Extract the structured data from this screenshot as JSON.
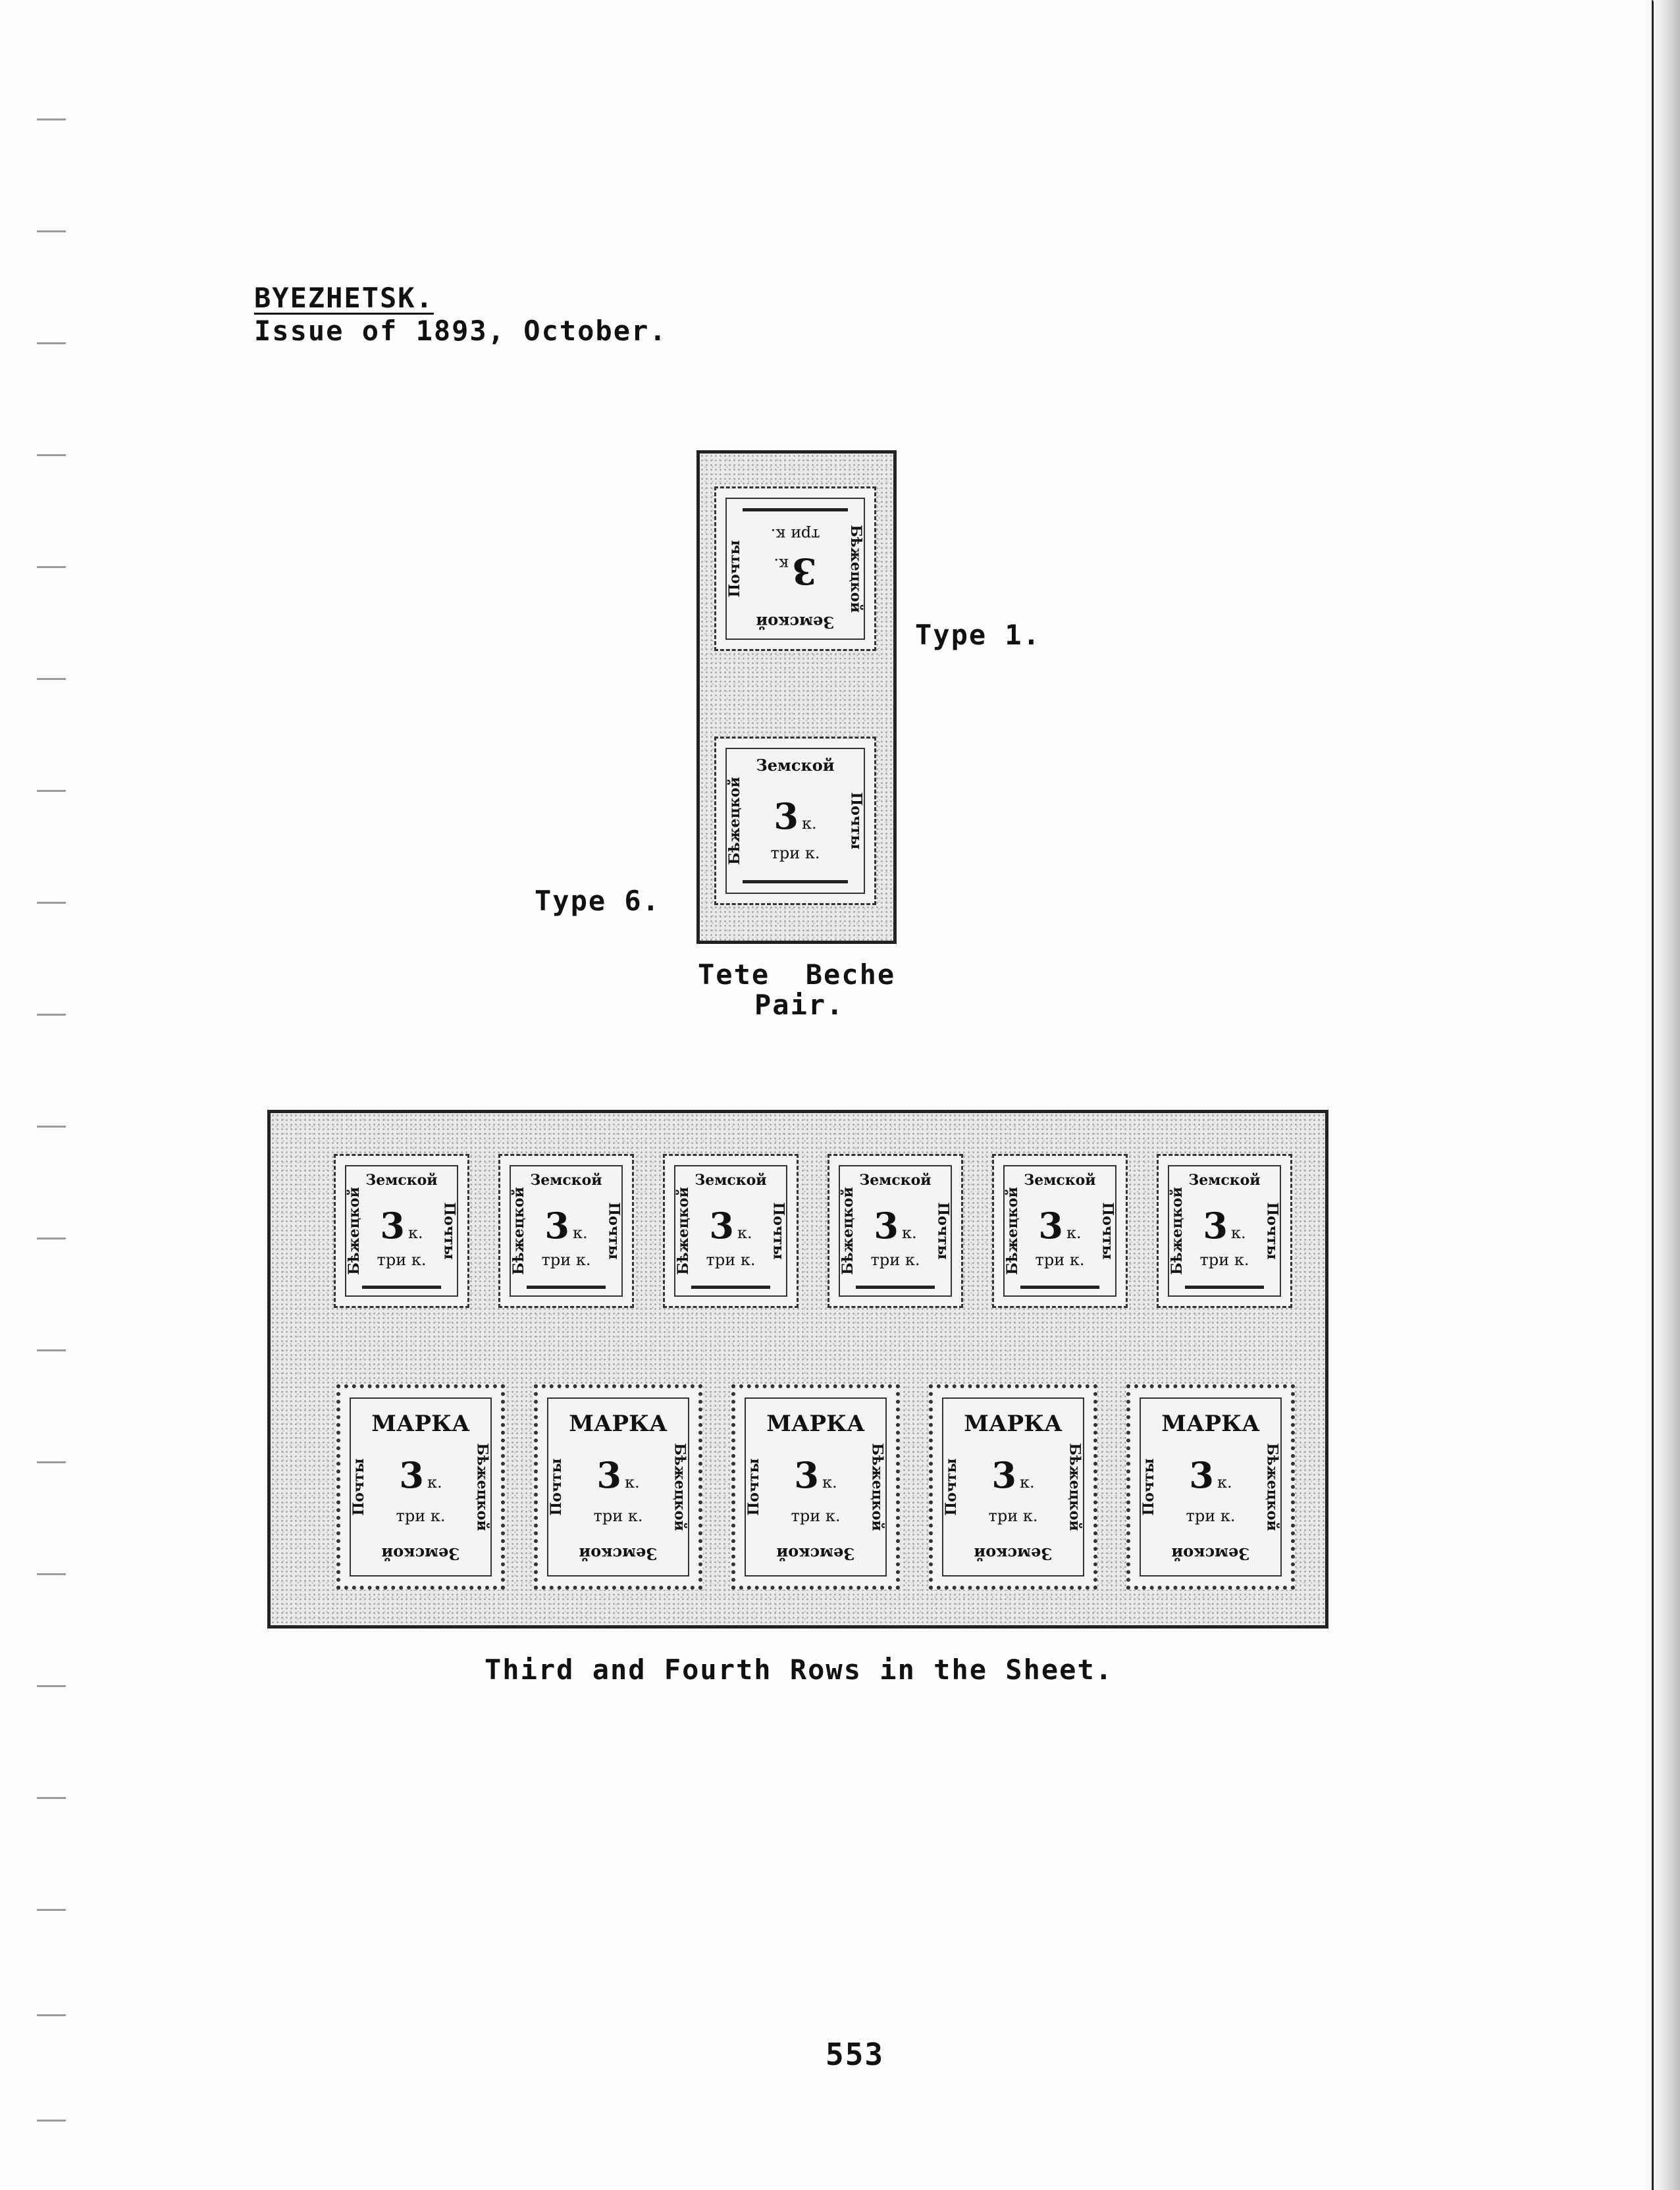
{
  "header": {
    "title": "BYEZHETSK.",
    "subtitle": "Issue of 1893, October."
  },
  "labels": {
    "type1": "Type 1.",
    "type6": "Type 6.",
    "pair_line1": "Tete  Beche",
    "pair_line2": "Pair.",
    "sheet_caption": "Third and Fourth Rows in the Sheet."
  },
  "stamp_text": {
    "top": "Земской",
    "left": "Бѣжецкой",
    "right": "Почты",
    "value": "3",
    "unit": "к.",
    "words": "три к.",
    "marka": "МАРКА",
    "marka_bottom": "Земской"
  },
  "page_number": "553"
}
